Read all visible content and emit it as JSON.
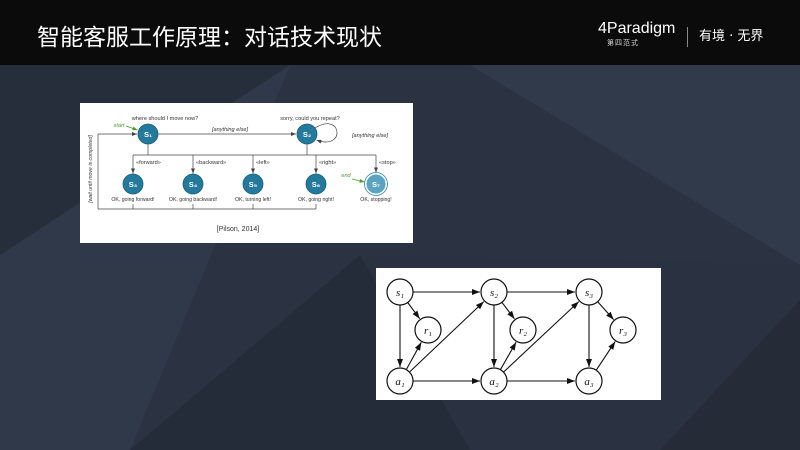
{
  "slide": {
    "title": "智能客服工作原理：对话技术现状"
  },
  "brand": {
    "logo_text": "4Paradigm",
    "logo_subtext": "第四范式",
    "slogan": "有境 · 无界"
  },
  "colors": {
    "header_bg": "#0b0b0c",
    "slide_bg": "#2b3343",
    "state_fill": "#237a9c",
    "end_state_fill": "#5aa4c2",
    "accent_green": "#4c9a2a"
  },
  "dialogue_diagram": {
    "start_label": "start",
    "end_label": "end",
    "states": [
      "S₁",
      "S₂",
      "S₃",
      "S₄",
      "S₅",
      "S₆",
      "S₇"
    ],
    "prompts": {
      "s1": "where should I move now?",
      "s2": "sorry, could you repeat?"
    },
    "fallback_label": "[anything else]",
    "loop_label": "[anything else]",
    "commands": [
      "«forward»",
      "«backward»",
      "«left»",
      "«right»",
      "«stop»"
    ],
    "responses": [
      "OK, going forward!",
      "OK, going backward!",
      "OK, turning left!",
      "OK, going right!",
      "OK, stopping!"
    ],
    "wait_label": "[wait until move is completed]",
    "citation": "[Pilson, 2014]"
  },
  "network_diagram": {
    "state_nodes": [
      "s₁",
      "s₂",
      "s₃"
    ],
    "reward_nodes": [
      "r₁",
      "r₂",
      "r₃"
    ],
    "action_nodes": [
      "a₁",
      "a₂",
      "a₃"
    ]
  }
}
